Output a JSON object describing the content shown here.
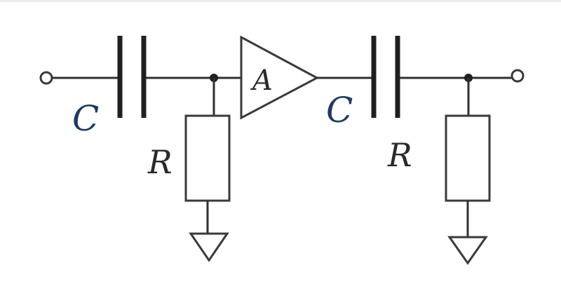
{
  "labels": {
    "c1": "C",
    "r1": "R",
    "amp": "A",
    "c2": "C",
    "r2": "R"
  }
}
